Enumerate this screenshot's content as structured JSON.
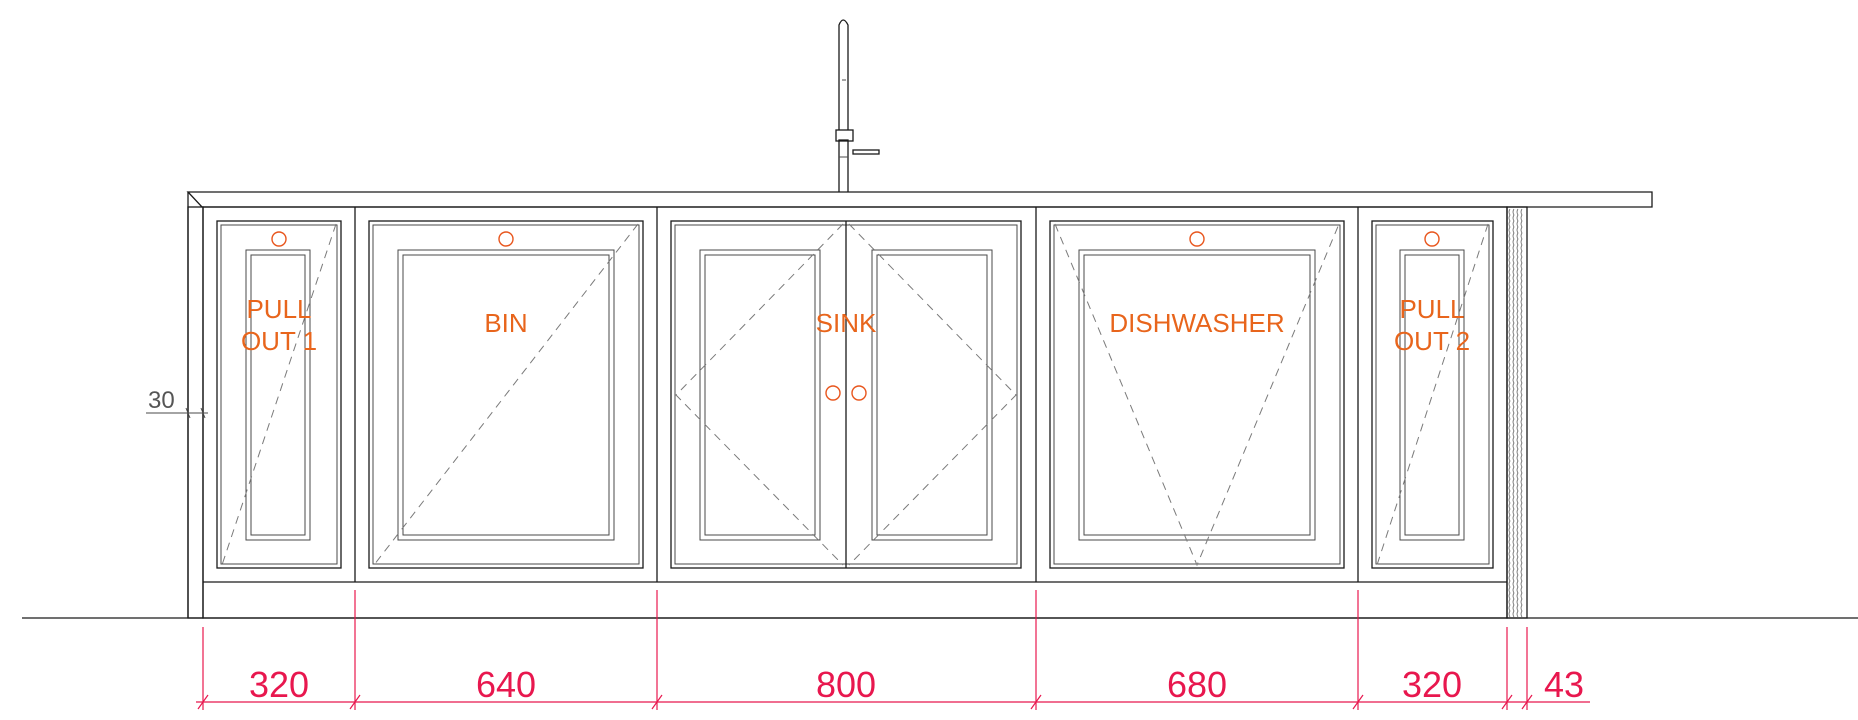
{
  "units": [
    {
      "label_lines": [
        "PULL",
        "OUT 1"
      ],
      "width": "320"
    },
    {
      "label_lines": [
        "BIN"
      ],
      "width": "640"
    },
    {
      "label_lines": [
        "SINK"
      ],
      "width": "800"
    },
    {
      "label_lines": [
        "DISHWASHER"
      ],
      "width": "680"
    },
    {
      "label_lines": [
        "PULL",
        "OUT 2"
      ],
      "width": "320"
    }
  ],
  "end_panel_dimension": "43",
  "side_panel_dimension": "30",
  "colors": {
    "line": "#1a1a1a",
    "label": "#e8651c",
    "dimension": "#e8174e",
    "hidden_line": "#7a7a7a"
  }
}
